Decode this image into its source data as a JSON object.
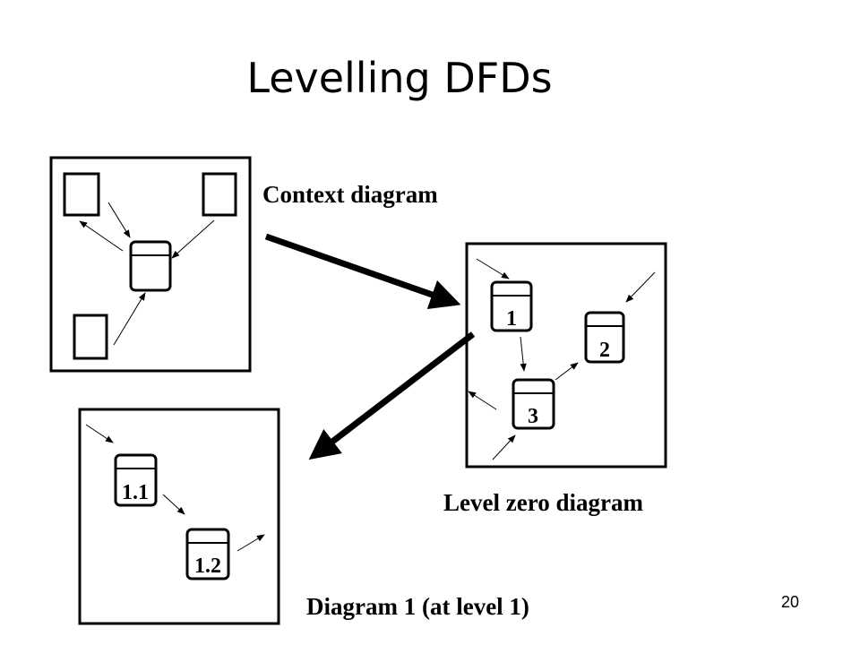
{
  "slide": {
    "title": "Levelling DFDs",
    "page_number": "20"
  },
  "labels": {
    "context": "Context diagram",
    "level_zero": "Level zero diagram",
    "diagram1": "Diagram 1 (at level 1)"
  },
  "processes": {
    "p1": "1",
    "p2": "2",
    "p3": "3",
    "p11": "1.1",
    "p12": "1.2"
  }
}
